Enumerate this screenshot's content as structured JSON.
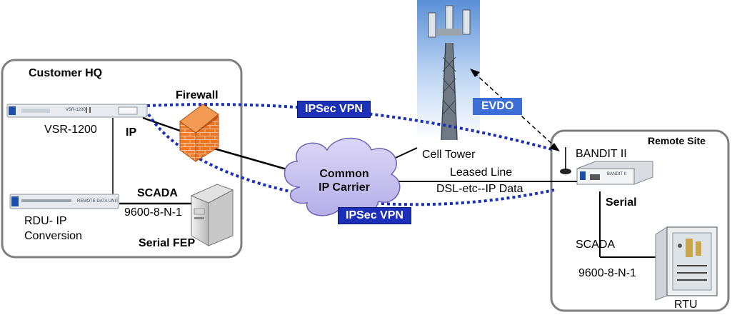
{
  "customer_hq": {
    "title": "Customer HQ",
    "vsr_label": "VSR-1200",
    "vsr_panel_text": "VSR-1200",
    "ip_label": "IP",
    "firewall_label": "Firewall",
    "rdu_label_line1": "RDU- IP",
    "rdu_label_line2": "Conversion",
    "rdu_panel_text": "REMOTE DATA UNIT",
    "scada_label": "SCADA",
    "scada_params": "9600-8-N-1",
    "fep_label": "Serial FEP"
  },
  "carrier": {
    "line1": "Common",
    "line2": "IP Carrier"
  },
  "vpn": {
    "top_label": "IPSec VPN",
    "bottom_label": "IPSec VPN"
  },
  "tower": {
    "label": "Cell Tower",
    "evdo_label": "EVDO"
  },
  "links": {
    "leased_line": "Leased Line",
    "dsl_line": "DSL-etc--IP Data"
  },
  "remote_site": {
    "title": "Remote Site",
    "bandit_label": "BANDIT II",
    "bandit_panel_text": "BANDIT II",
    "serial_label": "Serial",
    "scada_label": "SCADA",
    "scada_params": "9600-8-N-1",
    "rtu_label": "RTU"
  },
  "colors": {
    "vpn_blue": "#1b2fb8",
    "evdo_blue": "#3c6fd6",
    "cloud_fill": "#c9c3ef",
    "firewall_orange": "#f07a2a",
    "box_border": "#7f7f7f"
  }
}
